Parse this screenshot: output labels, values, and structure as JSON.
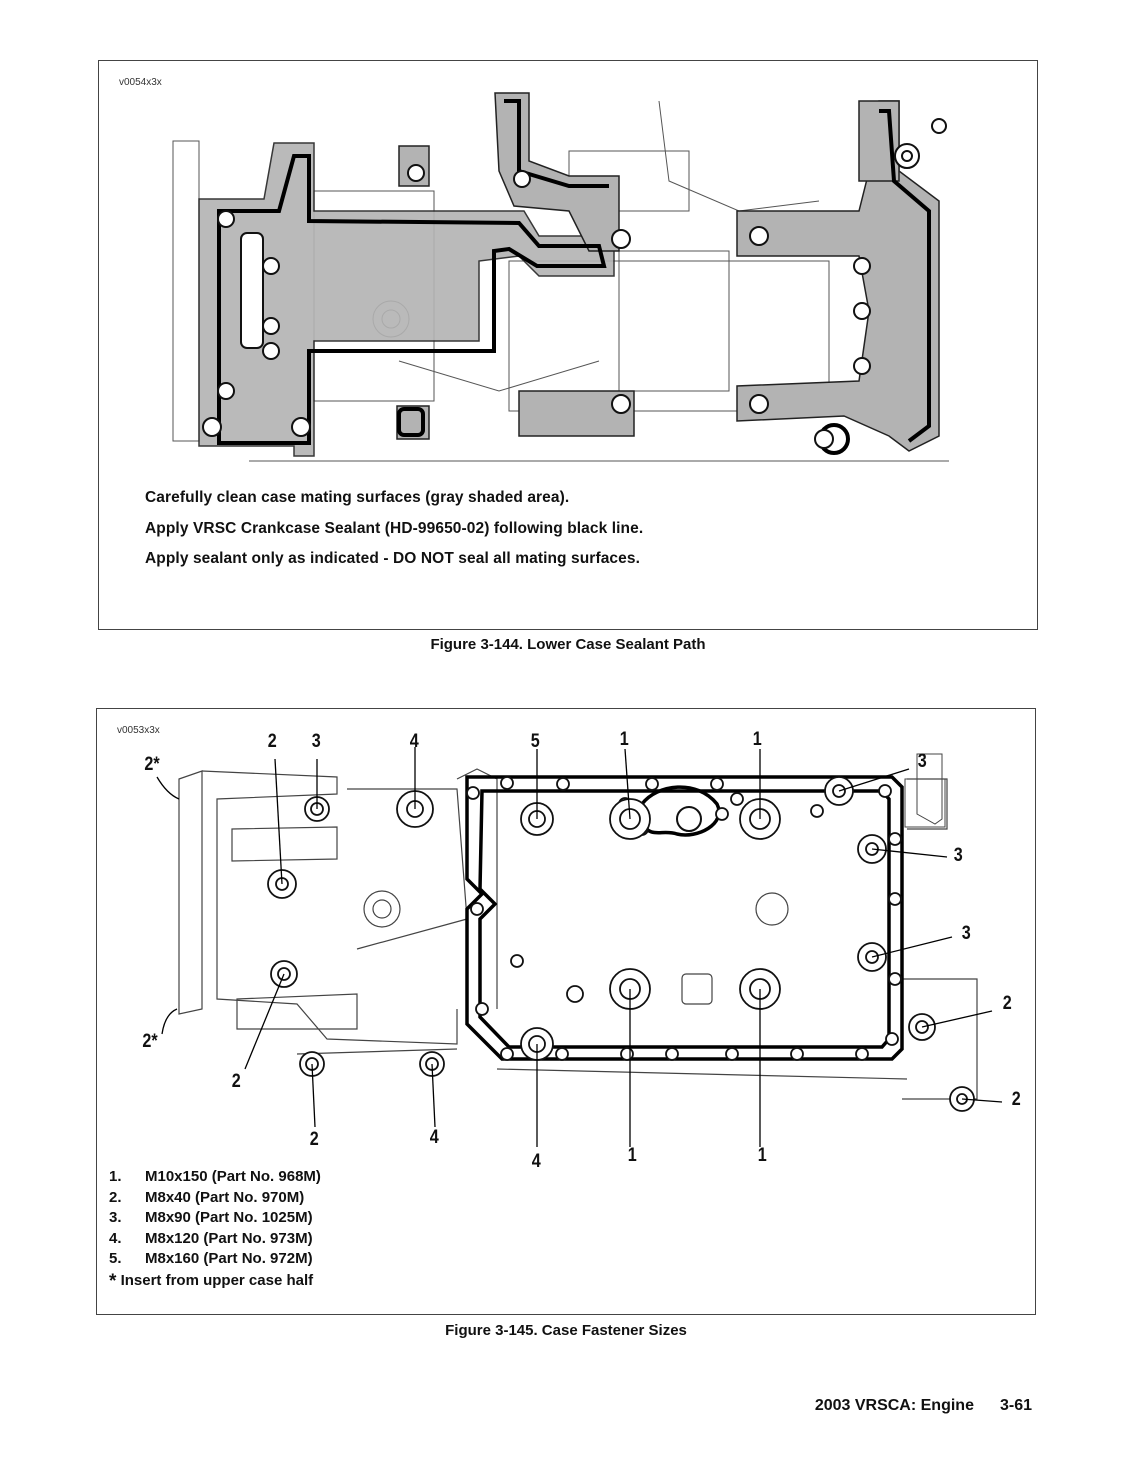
{
  "figure1": {
    "ref_code": "v0054x3x",
    "instructions": [
      "Carefully clean case mating surfaces (gray shaded area).",
      "Apply VRSC Crankcase Sealant (HD-99650-02) following black line.",
      "Apply sealant only as indicated - DO NOT seal all mating surfaces."
    ],
    "caption": "Figure 3-144. Lower Case Sealant Path"
  },
  "figure2": {
    "ref_code": "v0053x3x",
    "callouts": {
      "top_2": "2",
      "top_3": "3",
      "top_4": "4",
      "top_5": "5",
      "top_1a": "1",
      "top_1b": "1",
      "left_2star_top": "2*",
      "left_2star_bottom": "2*",
      "right_3a": "3",
      "right_3b": "3",
      "right_3c": "3",
      "right_2a": "2",
      "right_2b": "2",
      "bottom_2a": "2",
      "bottom_2b": "2",
      "bottom_4a": "4",
      "bottom_4b": "4",
      "bottom_1a": "1",
      "bottom_1b": "1"
    },
    "legend": [
      {
        "num": "1.",
        "text": "M10x150 (Part No. 968M)"
      },
      {
        "num": "2.",
        "text": "M8x40 (Part No. 970M)"
      },
      {
        "num": "3.",
        "text": "M8x90 (Part No. 1025M)"
      },
      {
        "num": "4.",
        "text": "M8x120 (Part No. 973M)"
      },
      {
        "num": "5.",
        "text": "M8x160 (Part No. 972M)"
      }
    ],
    "note_asterisk": "*",
    "note": "Insert from upper case half",
    "caption": "Figure 3-145. Case Fastener Sizes"
  },
  "footer": {
    "title": "2003 VRSCA: Engine",
    "page": "3-61"
  }
}
